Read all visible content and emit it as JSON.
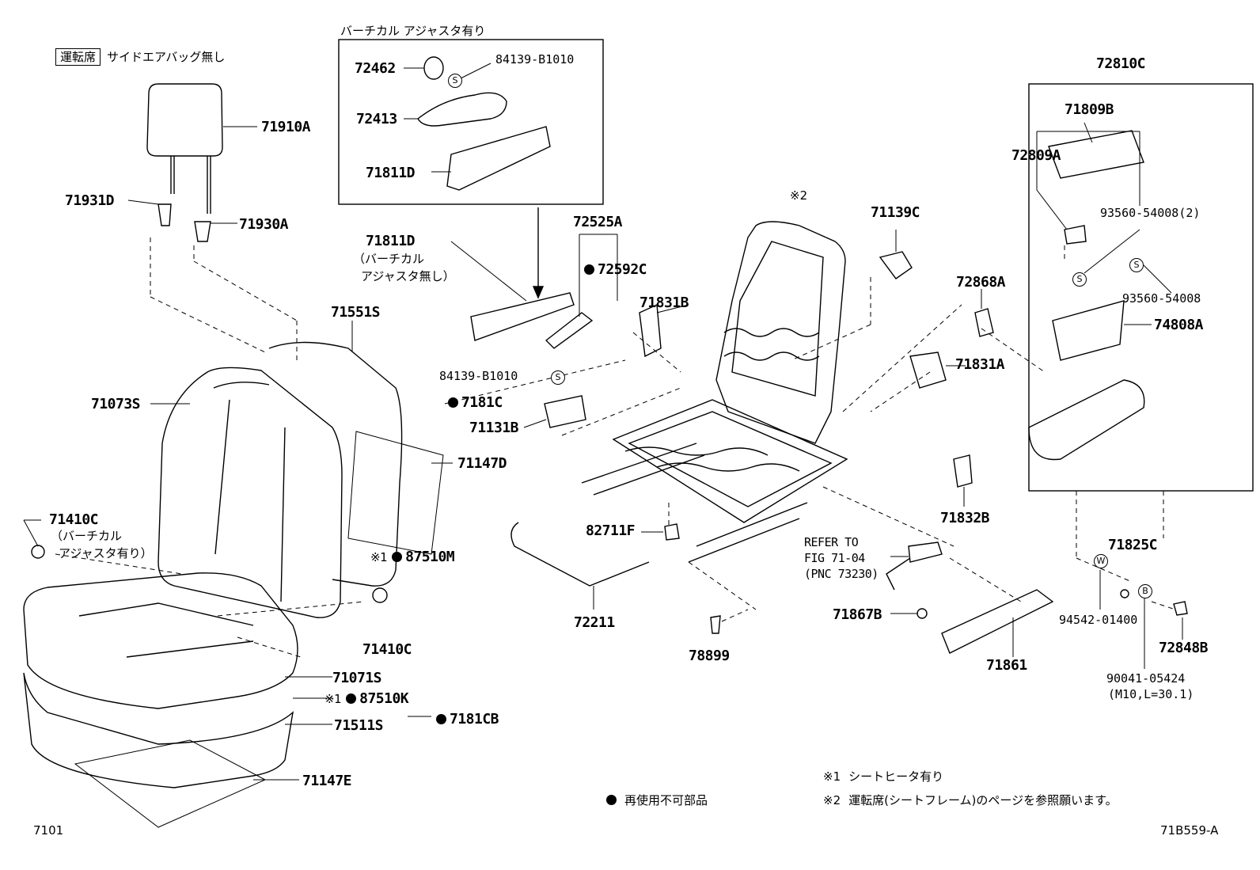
{
  "header": {
    "seat_tag": "運転席",
    "seat_note": "サイドエアバッグ無し",
    "group_vertical": "バーチカル アジャスタ有り"
  },
  "parts": {
    "p71910A": "71910A",
    "p71931D": "71931D",
    "p71930A": "71930A",
    "p72462": "72462",
    "p84139_top": "84139-B1010",
    "p72413": "72413",
    "p71811D_top": "71811D",
    "p72525A": "72525A",
    "p72592C": "72592C",
    "p71811D_mid": "71811D",
    "p71811D_note1": "（バーチカル",
    "p71811D_note2": "アジャスタ無し）",
    "p71551S": "71551S",
    "p71073S": "71073S",
    "p84139_mid": "84139-B1010",
    "p7181C": "7181C",
    "p71131B": "71131B",
    "p71147D": "71147D",
    "p71410C_l": "71410C",
    "p71410C_note1": "（バーチカル",
    "p71410C_note2": "アジャスタ有り）",
    "p87510M": "87510M",
    "p71410C_b": "71410C",
    "p71071S": "71071S",
    "p87510K": "87510K",
    "p7181CB": "7181CB",
    "p71511S": "71511S",
    "p71147E": "71147E",
    "p71831B": "71831B",
    "mark2": "※2",
    "p71139C": "71139C",
    "p72868A": "72868A",
    "p71831A": "71831A",
    "p71832B": "71832B",
    "p82711F": "82711F",
    "p72211": "72211",
    "ref1": "REFER TO",
    "ref2": "FIG 71-04",
    "ref3": "(PNC 73230)",
    "p78899": "78899",
    "p71867B": "71867B",
    "p71861": "71861",
    "p72810C": "72810C",
    "p71809B": "71809B",
    "p72809A": "72809A",
    "p93560_2": "93560-54008(2)",
    "p93560": "93560-54008",
    "p74808A": "74808A",
    "p71825C": "71825C",
    "p94542": "94542-01400",
    "p72848B": "72848B",
    "p90041": "90041-05424",
    "p90041_spec": "(M10,L=30.1)",
    "mark1": "※1",
    "mark1b": "※1"
  },
  "legend": {
    "nonreusable": "再使用不可部品",
    "note1_mark": "※1",
    "note1": "シートヒータ有り",
    "note2_mark": "※2",
    "note2": "運転席(シートフレーム)のページを参照願います。"
  },
  "footer": {
    "page_code": "7101",
    "figure_code": "71B559-A"
  }
}
